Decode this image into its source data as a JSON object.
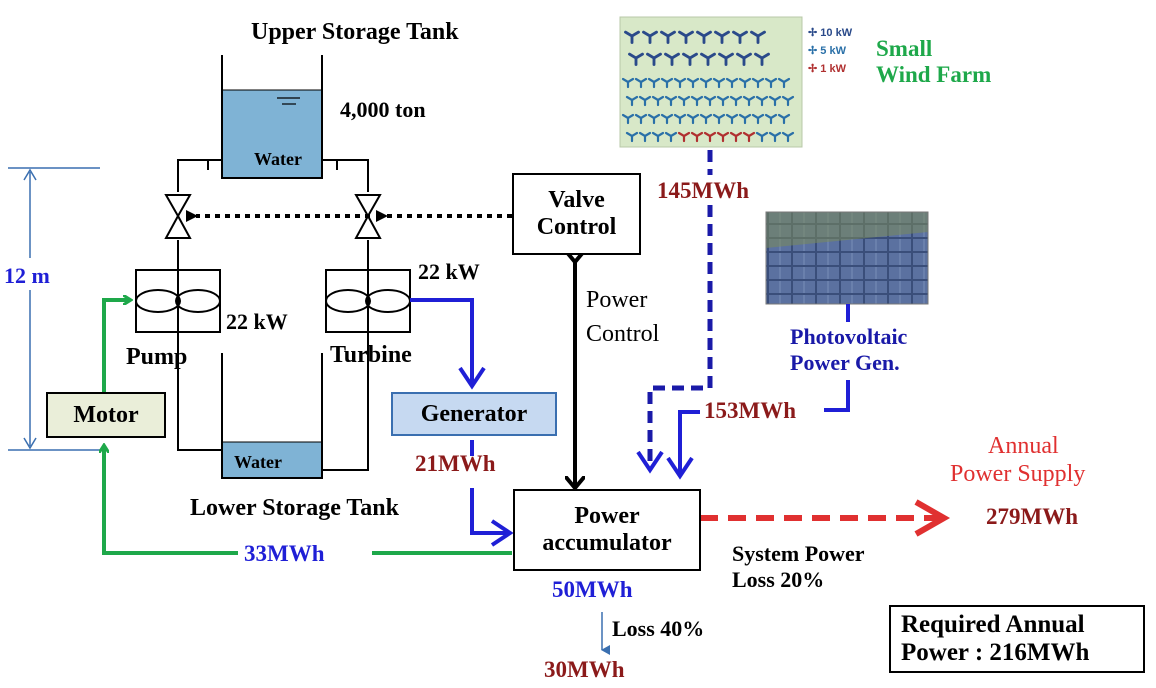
{
  "colors": {
    "green": "#1ea84a",
    "blue": "#1f1fd6",
    "dark_blue": "#1a1aa8",
    "red": "#c00000",
    "dark_red": "#8b1a1a",
    "water": "#7fb3d5",
    "generator_fill": "#c6d9f1",
    "motor_fill": "#eaeed9"
  },
  "labels": {
    "upper_tank": "Upper Storage Tank",
    "tank_capacity": "4,000 ton",
    "water_upper": "Water",
    "water_lower": "Water",
    "lower_tank": "Lower Storage Tank",
    "height": "12 m",
    "pump_power": "22 kW",
    "turbine_power": "22 kW",
    "pump": "Pump",
    "turbine": "Turbine",
    "power_control_1": "Power",
    "power_control_2": "Control",
    "pv_title_1": "Photovoltaic",
    "pv_title_2": "Power Gen.",
    "wind_title_1": "Small",
    "wind_title_2": "Wind Farm",
    "wind_legend": [
      "10 kW",
      "5 kW",
      "1 kW"
    ],
    "wind_energy": "145MWh",
    "pv_energy": "153MWh",
    "generator_energy": "21MWh",
    "motor_energy": "33MWh",
    "accumulator_energy": "50MWh",
    "loss_40": "Loss 40%",
    "loss_energy": "30MWh",
    "system_loss_1": "System Power",
    "system_loss_2": "Loss 20%",
    "annual_supply_1": "Annual",
    "annual_supply_2": "Power Supply",
    "annual_supply_value": "279MWh",
    "required_1": "Required Annual",
    "required_2": "Power : 216MWh"
  },
  "boxes": {
    "valve_control_1": "Valve",
    "valve_control_2": "Control",
    "motor": "Motor",
    "generator": "Generator",
    "accumulator_1": "Power",
    "accumulator_2": "accumulator"
  }
}
